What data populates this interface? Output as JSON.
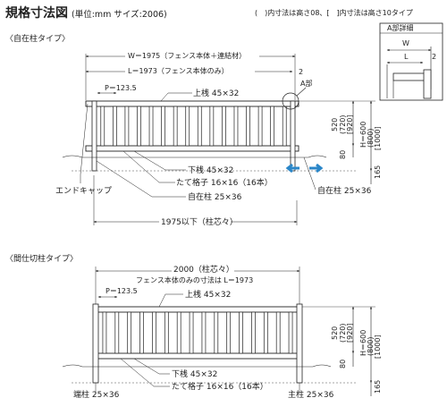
{
  "header": {
    "title": "規格寸法図",
    "unit_note": "(単位:mm サイズ:2006)",
    "height_note": "(　)内寸法は高さ08、[　]内寸法は高さ10タイプ"
  },
  "detail": {
    "title": "A部詳細",
    "w": "W",
    "l": "L",
    "num": "2"
  },
  "top": {
    "section": "〈自在柱タイプ〉",
    "w_dim": "W＝1975（フェンス本体＋連結材）",
    "l_dim": "L＝1973（フェンス本体のみ）",
    "two": "2",
    "p": "P＝123.5",
    "a_label": "A部",
    "upper_rail": "上桟 45×32",
    "lower_rail": "下桟 45×32",
    "bars": "たて格子 16×16（16本）",
    "post_mid": "自在柱 25×36",
    "post_right": "自在柱 25×36",
    "end_cap": "エンドキャップ",
    "bottom_dim": "1975以下（柱芯々）",
    "h520": "520",
    "h720": "(720)",
    "h920": "[920]",
    "h80": "80",
    "h600": "H＝600",
    "h800": "(800)",
    "h1000": "[1000]",
    "h165": "165"
  },
  "bottom": {
    "section": "〈間仕切柱タイプ〉",
    "pitch": "2000（柱芯々）",
    "l_dim": "フェンス本体のみの寸法は L＝1973",
    "p": "P＝123.5",
    "upper_rail": "上桟 45×32",
    "lower_rail": "下桟 45×32",
    "bars": "たて格子 16×16（16本）",
    "end_post": "端柱 25×36",
    "main_post": "主柱 25×36",
    "h520": "520",
    "h720": "(720)",
    "h920": "[920]",
    "h80": "80",
    "h600": "H＝600",
    "h800": "(800)",
    "h1000": "[1000]",
    "h165": "165"
  },
  "colors": {
    "arrow": "#2a86c8",
    "line": "#222222"
  }
}
